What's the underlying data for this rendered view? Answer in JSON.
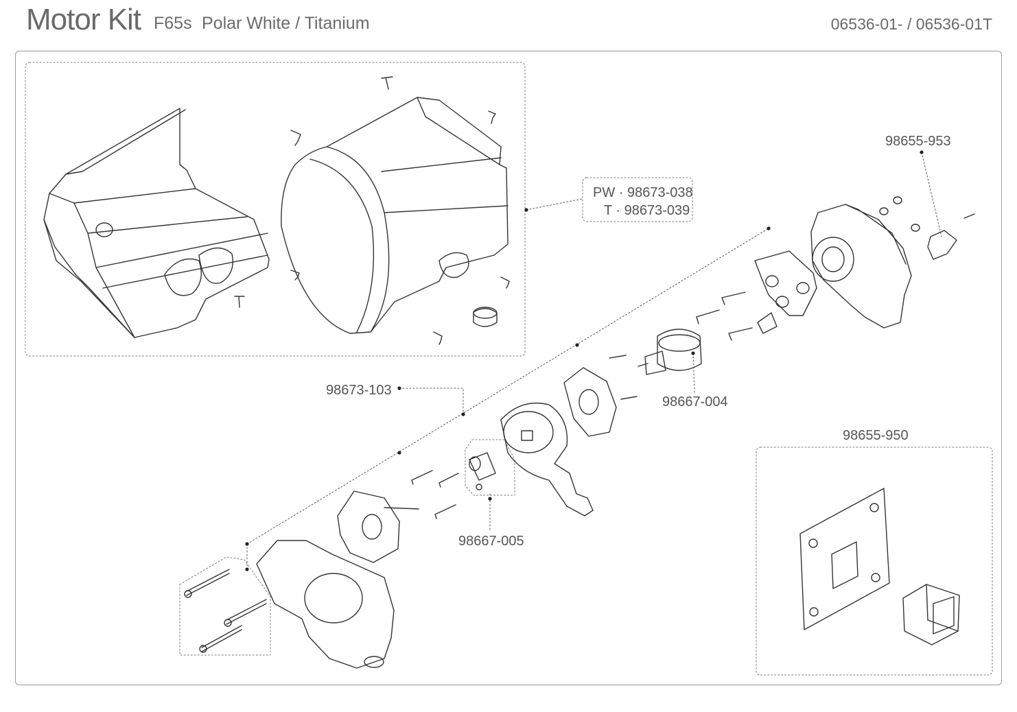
{
  "header": {
    "title": "Motor Kit",
    "model": "F65s",
    "color_variant": "Polar White / Titanium",
    "part_codes": "06536-01- / 06536-01T"
  },
  "labels": {
    "cover_pw": "PW · 98673-038",
    "cover_t": "T · 98673-039",
    "micro_switch": "98655-953",
    "gear_assembly": "98673-103",
    "coupling": "98667-004",
    "bushing": "98667-005",
    "switch_panel": "98655-950"
  }
}
